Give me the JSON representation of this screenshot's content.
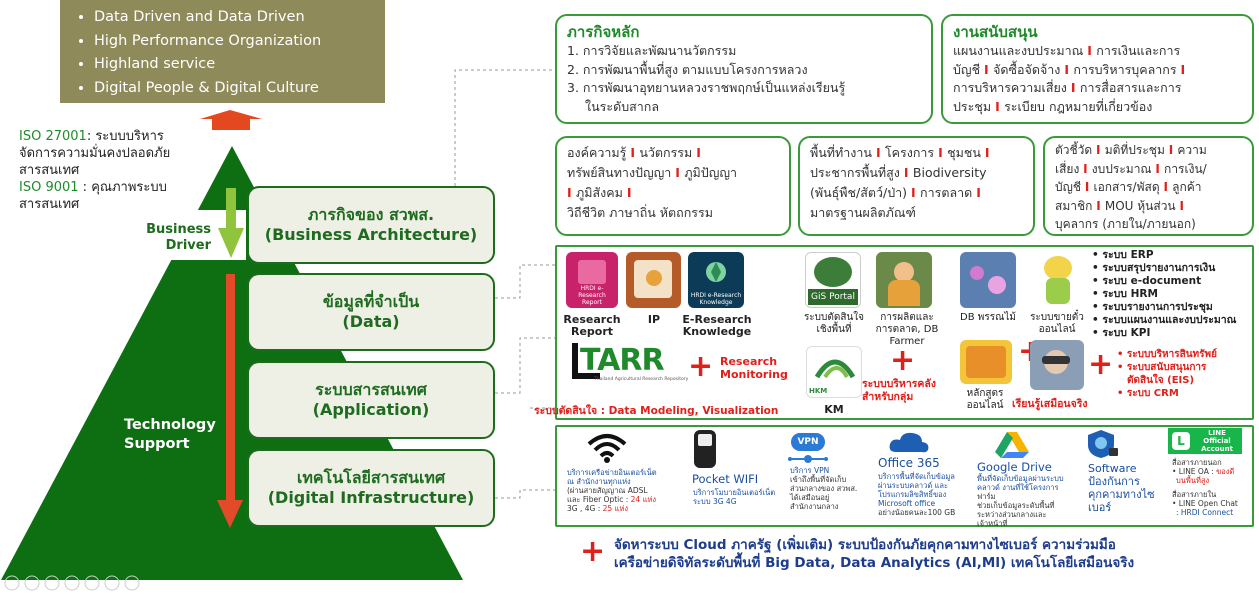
{
  "top_bullets": [
    "Data Driven and Data Driven",
    "High Performance Organization",
    "Highland service",
    "Digital People & Digital Culture"
  ],
  "iso": {
    "iso27001_code": "ISO 27001",
    "iso27001_text_a": ": ระบบบริหาร",
    "iso27001_text_b": "จัดการความมั่นคงปลอดภัย",
    "iso27001_text_c": "สารสนเทศ",
    "iso9001_code": "ISO 9001",
    "iso9001_text_a": " : คุณภาพระบบ",
    "iso9001_text_b": "สารสนเทศ"
  },
  "business_driver": [
    "Business",
    "Driver"
  ],
  "technology_support": [
    "Technology",
    "Support"
  ],
  "layers": [
    {
      "line1": "ภารกิจของ สวพส.",
      "line2": "(Business Architecture)"
    },
    {
      "line1": "ข้อมูลที่จำเป็น",
      "line2": "(Data)"
    },
    {
      "line1": "ระบบสารสนเทศ",
      "line2": "(Application)"
    },
    {
      "line1": "เทคโนโลยีสารสนเทศ",
      "line2": "(Digital Infrastructure)"
    }
  ],
  "main_mission": {
    "title": "ภารกิจหลัก",
    "items": [
      "1. การวิจัยและพัฒนานวัตกรรม",
      "2. การพัฒนาพื้นที่สูง ตามแบบโครงการหลวง",
      "3. การพัฒนาอุทยานหลวงราชพฤกษ์เป็นแหล่งเรียนรู้",
      "ในระดับสากล"
    ]
  },
  "support": {
    "title": "งานสนับสนุน",
    "lines": [
      [
        "แผนงานและงบประมาณ ",
        "การเงินและการ"
      ],
      [
        "บัญชี ",
        "จัดซื้อจัดจ้าง ",
        "การบริหารบุคลากร "
      ],
      [
        "การบริหารความเสี่ยง ",
        "การสื่อสารและการ"
      ],
      [
        "ประชุม ",
        "ระเบียบ กฎหมายที่เกี่ยวข้อง"
      ]
    ]
  },
  "data_boxes": [
    {
      "lines": [
        [
          "องค์ความรู้ ",
          "นวัตกรรม "
        ],
        [
          "ทรัพย์สินทางปัญญา ",
          "ภูมิปัญญา"
        ],
        [
          "",
          "ภูมิสังคม "
        ],
        [
          "วิถีชีวิต ภาษาถิ่น หัตถกรรม"
        ]
      ]
    },
    {
      "lines": [
        [
          "พื้นที่ทำงาน ",
          "โครงการ ",
          "ชุมชน "
        ],
        [
          "ประชากรพื้นที่สูง ",
          "Biodiversity"
        ],
        [
          "(พันธุ์พืช/สัตว์/ป่า) ",
          "การตลาด "
        ],
        [
          "มาตรฐานผลิตภัณฑ์"
        ]
      ]
    },
    {
      "lines": [
        [
          "ตัวชี้วัด ",
          "มติที่ประชุม ",
          "ความ"
        ],
        [
          "เสี่ยง ",
          "งบประมาณ ",
          "การเงิน/"
        ],
        [
          "บัญชี ",
          "เอกสาร/พัสดุ ",
          "ลูกค้า"
        ],
        [
          "สมาชิก ",
          "MOU หุ้นส่วน "
        ],
        [
          "บุคลากร (ภายใน/ภายนอก)"
        ]
      ]
    }
  ],
  "apps": {
    "research_report_icon": "HRDI e-Research Report",
    "research_report": [
      "Research",
      "Report"
    ],
    "ip": "IP",
    "knowledge_icon": "HRDI e-Research Knowledge",
    "knowledge": [
      "E-Research",
      "Knowledge"
    ],
    "gis_icon": "GiS Portal",
    "gis": [
      "ระบบตัดสินใจ",
      "เชิงพื้นที่"
    ],
    "production": [
      "การผลิตและ",
      "การตลาด, DB",
      "Farmer"
    ],
    "db": "DB พรรณไม้",
    "sales": [
      "ระบบขายตั๋ว",
      "ออนไลน์"
    ],
    "tarr_logo": "TARR",
    "tarr_sub": "Thailand Agricultural Research Repository",
    "research_monitoring": [
      "Research",
      "Monitoring"
    ],
    "hkm_logo": "HKM",
    "km": "KM",
    "warehouse": [
      "ระบบบริหารคลัง",
      "สำหรับกลุ่ม"
    ],
    "course": [
      "หลักสูตร",
      "ออนไลน์"
    ],
    "virtual": "เรียนรู้เสมือนจริง",
    "decision": "ระบบตัดสินใจ : Data Modeling, Visualization",
    "systems": [
      "• ระบบ ERP",
      "• ระบบสรุปรายงานการเงิน",
      "• ระบบ e-document",
      "• ระบบ HRM",
      "• ระบบรายงานการประชุม",
      "• ระบบแผนงานและงบประมาณ",
      "• ระบบ KPI"
    ],
    "red_systems": [
      "• ระบบบริหารสินทรัพย์",
      "• ระบบสนับสนุนการ",
      "ตัดสินใจ (EIS)",
      "• ระบบ CRM"
    ]
  },
  "infra": {
    "wifi_text": [
      "บริการเครือข่ายอินเตอร์เน็ต",
      "ณ สำนักงานทุกแห่ง",
      "(ผ่านสายสัญญาณ ADSL",
      "และ Fiber Optic : ",
      "3G , 4G : "
    ],
    "wifi_red": [
      "24 แห่ง",
      "25 แห่ง"
    ],
    "pocket_title": "Pocket WIFI",
    "pocket_text": [
      "บริการโมบายอินเตอร์เน็ต",
      "ระบบ 3G 4G"
    ],
    "vpn_icon": "VPN",
    "vpn_text": [
      "บริการ VPN",
      "เข้าถึงพื้นที่จัดเก็บ",
      "ส่วนกลางของ สวพส.",
      "ได้เสมือนอยู่",
      "สำนักงานกลาง"
    ],
    "office_title": "Office 365",
    "office_text": [
      "บริการพื้นที่จัดเก็บข้อมูล",
      "ผ่านระบบคลาวด์ และ",
      "โปรแกรมลิขสิทธิ์ของ",
      "Microsoft office",
      "อย่างน้อยคนละ100 GB"
    ],
    "gdrive_title": "Google Drive",
    "gdrive_text": [
      "พื้นที่จัดเก็บข้อมูลผ่านระบบ",
      "คลาวด์ งานที่ใช้โครงการ",
      "ฟาร์ม",
      "ช่วยเก็บข้อมูลระดับพื้นที่",
      "ระหว่างส่วนกลางและ",
      "เจ้าหน้าที่"
    ],
    "software_title": [
      "Software",
      "ป้องกันการ",
      "คุกคามทางไซ",
      "เบอร์"
    ],
    "line_badge": [
      "LINE",
      "Official",
      "Account"
    ],
    "line_text": [
      "สื่อสารภายนอก",
      "• LINE OA : ",
      "บนพื้นที่สูง",
      "สื่อสารภายใน",
      "• LINE Open Chat",
      ": HRDI Connect"
    ],
    "line_red": "ของดี"
  },
  "bottom_note": [
    "จัดหาระบบ Cloud ภาครัฐ (เพิ่มเติม) ระบบป้องกันภัยคุกคามทางไซเบอร์ ความร่วมมือ",
    "เครือข่ายดิจิทัลระดับพื้นที่ Big Data, Data Analytics (AI,Ml) เทคโนโลยีเสมือนจริง"
  ],
  "colors": {
    "green_dark": "#0d6e12",
    "olive": "#8f8a5a",
    "red": "#e0201b",
    "accent_green": "#1f8a2a"
  }
}
